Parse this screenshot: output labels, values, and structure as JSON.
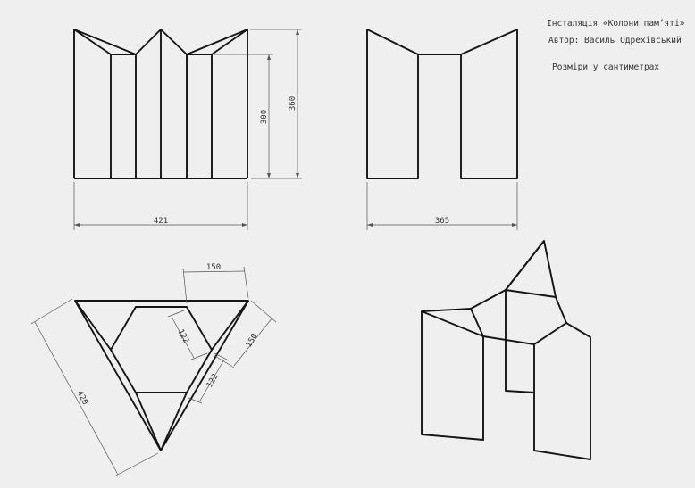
{
  "title_block": {
    "title": "Інсталяція «Колони пам’яті»",
    "author": "Автор: Василь Одрехівський",
    "units_note": "Розміри у сантиметрах"
  },
  "dimensions": {
    "front_width": "421",
    "front_height_inner": "300",
    "front_height_outer": "360",
    "side_width": "365",
    "plan_top_segment": "150",
    "plan_right_segment": "150",
    "plan_inner_left": "122",
    "plan_inner_right": "122",
    "plan_overall": "420"
  },
  "colors": {
    "background": "#efefef",
    "line": "#151515",
    "dimension": "#555555"
  }
}
